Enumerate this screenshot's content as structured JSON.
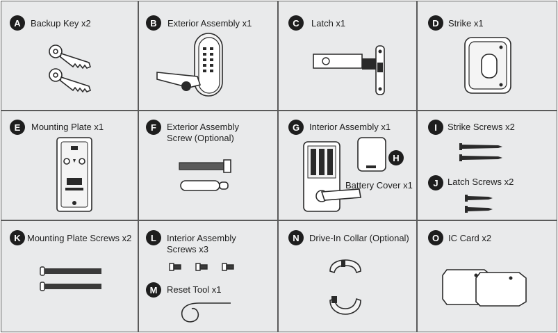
{
  "colors": {
    "cell_bg": "#e9eaeb",
    "border": "#5a5a5a",
    "badge_bg": "#1e1e1e",
    "badge_text": "#ffffff",
    "text": "#1e1e1e"
  },
  "items": {
    "a": {
      "letter": "A",
      "label": "Backup Key x2",
      "icon": "key-icon"
    },
    "b": {
      "letter": "B",
      "label": "Exterior Assembly x1",
      "icon": "exterior-lock-icon"
    },
    "c": {
      "letter": "C",
      "label": "Latch x1",
      "icon": "latch-icon"
    },
    "d": {
      "letter": "D",
      "label": "Strike x1",
      "icon": "strike-plate-icon"
    },
    "e": {
      "letter": "E",
      "label": "Mounting Plate x1",
      "icon": "mounting-plate-icon"
    },
    "f": {
      "letter": "F",
      "label_line1": "Exterior Assembly",
      "label_line2": "Screw (Optional)",
      "icon": "screw-icon"
    },
    "g": {
      "letter": "G",
      "label": "Interior Assembly x1",
      "icon": "interior-lock-icon"
    },
    "h": {
      "letter": "H",
      "label": "Battery Cover x1",
      "icon": "battery-cover-icon"
    },
    "i": {
      "letter": "I",
      "label": "Strike Screws x2",
      "icon": "screw-icon"
    },
    "j": {
      "letter": "J",
      "label": "Latch Screws x2",
      "icon": "screw-icon"
    },
    "k": {
      "letter": "K",
      "label": "Mounting Plate Screws x2",
      "icon": "bolt-icon"
    },
    "l": {
      "letter": "L",
      "label_line1": "Interior Assembly",
      "label_line2": "Screws x3",
      "icon": "small-screw-icon"
    },
    "m": {
      "letter": "M",
      "label": "Reset Tool x1",
      "icon": "reset-tool-icon"
    },
    "n": {
      "letter": "N",
      "label": "Drive-In Collar (Optional)",
      "icon": "collar-icon"
    },
    "o": {
      "letter": "O",
      "label": "IC Card x2",
      "icon": "ic-card-icon"
    }
  }
}
